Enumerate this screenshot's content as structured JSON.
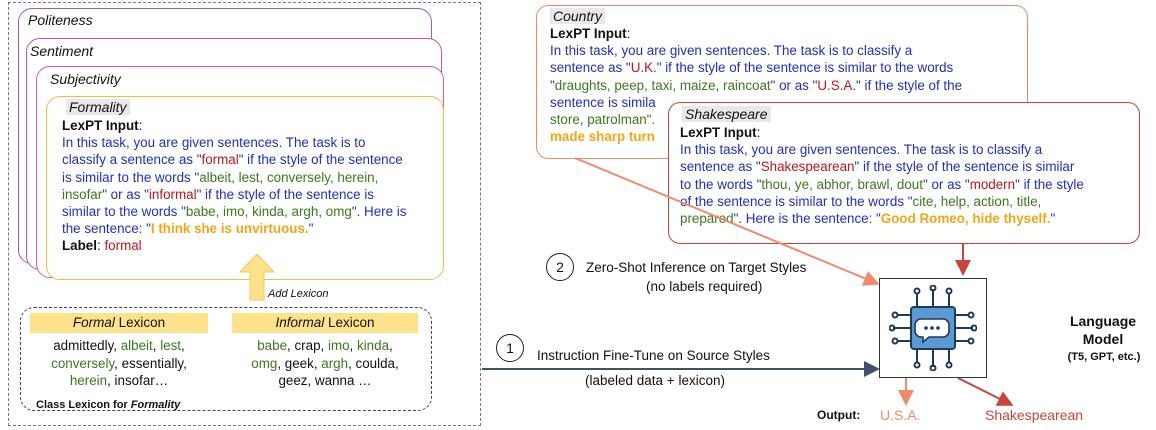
{
  "left_panel": {
    "stack_titles": [
      "Politeness",
      "Sentiment",
      "Subjectivity"
    ],
    "formality_card": {
      "title": "Formality",
      "input_label": "LexPT Input",
      "line1": "In this task, you are given sentences. The task is to",
      "line2a": "classify a sentence as \"",
      "cls_a": "formal",
      "line2b": "\" if the style of the sentence",
      "line3a": "is similar to the words \"",
      "words_a1": "albeit, lest, conversely, herein,",
      "words_a2": "insofar",
      "line4a": "\" or as \"",
      "cls_b": "informal",
      "line4b": "\" if the style of the sentence is",
      "line5a": "similar to the words \"",
      "words_b": "babe, imo, kinda, argh, omg",
      "line5b": "\". Here is",
      "line6a": "the sentence: \"",
      "sentence": "I think she is unvirtuous.",
      "line6b": "\"",
      "label_key": "Label",
      "label_value": "formal"
    },
    "add_lexicon": "Add Lexicon",
    "formal_lexicon": {
      "head_italic": "Formal",
      "head_rest": " Lexicon",
      "l1a": "admittedly, ",
      "l1b": "albeit",
      "l1c": ", ",
      "l1d": "lest",
      "l1e": ",",
      "l2a": "conversely",
      "l2b": ", essentially,",
      "l3a": "herein",
      "l3b": ", insofar…"
    },
    "informal_lexicon": {
      "head_italic": "Informal",
      "head_rest": " Lexicon",
      "l1a": "babe",
      "l1b": ", crap, ",
      "l1c": "imo",
      "l1d": ", ",
      "l1e": "kinda",
      "l1f": ",",
      "l2a": "omg",
      "l2b": ", geek, ",
      "l2c": "argh",
      "l2d": ", coulda,",
      "l3a": "geez, wanna …"
    },
    "class_lexicon_caption_a": "Class Lexicon for ",
    "class_lexicon_caption_b": "Formality"
  },
  "country_card": {
    "title": "Country",
    "input_label": "LexPT Input",
    "line1": "In this task, you are given sentences. The task is to classify a",
    "line2a": "sentence as \"",
    "cls_a": "U.K.",
    "line2b": "\" if the style of the sentence is similar to the words",
    "line3a": "\"",
    "words_a": "draughts, peep, taxi, maize, raincoat",
    "line3b": "\" or as \"",
    "cls_b": "U.S.A.",
    "line3c": "\" if the style of the",
    "line4": "sentence is simila",
    "line5": "store, patrolman\".",
    "line6": "made sharp turn"
  },
  "shakespeare_card": {
    "title": "Shakespeare",
    "input_label": "LexPT Input",
    "line1": "In this task, you are given sentences. The task is to classify a",
    "line2a": "sentence as \"",
    "cls_a": "Shakespearean",
    "line2b": "\" if the style of the sentence is similar",
    "line3a": "to the words \"",
    "words_a": "thou, ye, abhor, brawl, dout",
    "line3b": "\" or as \"",
    "cls_b": "modern",
    "line3c": "\" if the style",
    "line4a": "of the sentence is similar to the words \"",
    "words_b": "cite, help, action, title,",
    "line5a": "prepared",
    "line5b": "\". Here is the sentence: \"",
    "sentence": "Good Romeo, hide thyself.",
    "line5c": "\""
  },
  "steps": {
    "step1_num": "1",
    "step1_line1": "Instruction Fine-Tune on Source Styles",
    "step1_line2": "(labeled data + lexicon)",
    "step2_num": "2",
    "step2_line1": "Zero-Shot Inference on Target Styles",
    "step2_line2": "(no labels required)"
  },
  "model": {
    "name_line1": "Language",
    "name_line2": "Model",
    "examples": "(T5, GPT, etc.)",
    "icon": "neural-chat-chip-icon"
  },
  "output": {
    "label": "Output",
    "value1": "U.S.A.",
    "value2": "Shakespearean"
  }
}
